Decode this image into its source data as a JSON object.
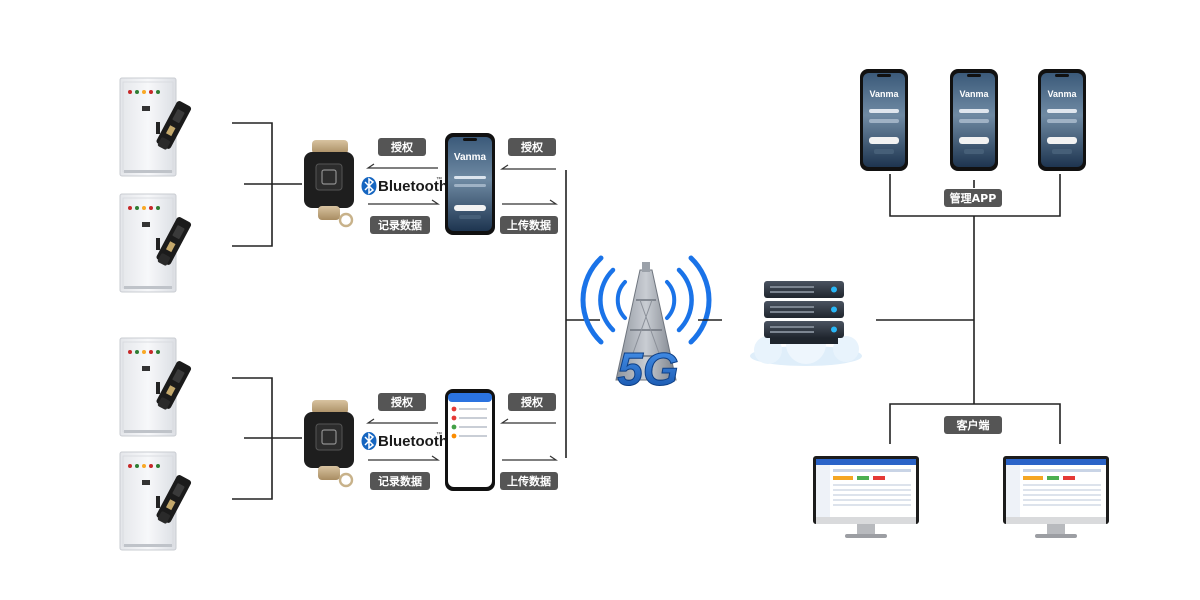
{
  "labels": {
    "authorize": "授权",
    "record_data": "记录数据",
    "upload_data": "上传数据",
    "management_app": "管理APP",
    "client": "客户端",
    "bluetooth": "Bluetooth",
    "bluetooth_tm": "™",
    "network": "5G",
    "phone_brand": "Vanma"
  },
  "colors": {
    "tag": "#555555",
    "bluetooth": "#1565c0",
    "tower": "#1e63c4",
    "wave": "#1a73e8",
    "server": "#2b3340",
    "server_led": "#29b6f6",
    "phone_screen": "#2e4a66",
    "cabinet": "#f2f3f5"
  }
}
